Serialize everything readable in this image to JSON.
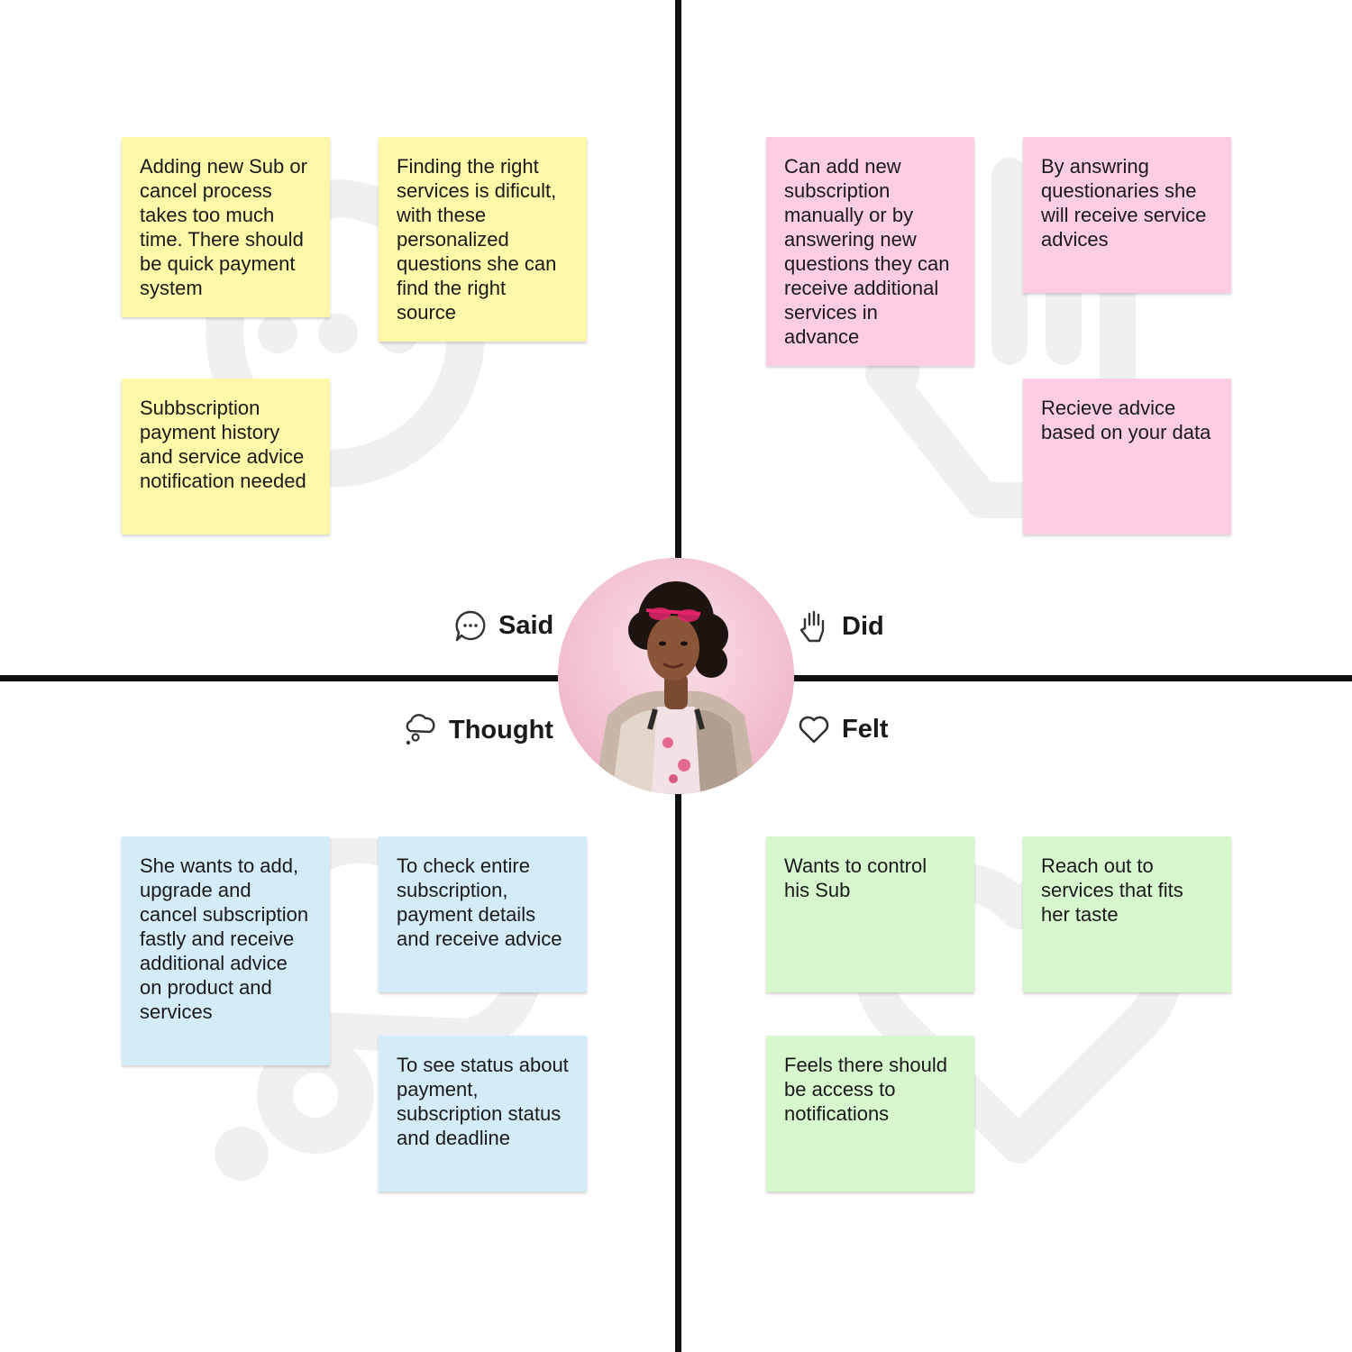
{
  "quadrants": {
    "said": {
      "label": "Said",
      "icon": "speech-bubble-icon",
      "notes": [
        "Adding new Sub or cancel process takes too much time. There should be quick payment system",
        "Finding the right services is dificult, with these personalized questions she can find the right source",
        "Subbscription payment history and service advice notification needed"
      ]
    },
    "did": {
      "label": "Did",
      "icon": "hand-icon",
      "notes": [
        "Can add new subscription manually or by answering new questions they can receive additional services in advance",
        "By answring questionaries she will receive service advices",
        "Recieve advice based on your data"
      ]
    },
    "thought": {
      "label": "Thought",
      "icon": "thought-cloud-icon",
      "notes": [
        "She wants to add, upgrade and cancel subscription fastly and receive additional advice on product and services",
        "To check entire subscription, payment details and receive advice",
        "To see status about payment, subscription status and deadline"
      ]
    },
    "felt": {
      "label": "Felt",
      "icon": "heart-icon",
      "notes": [
        "Wants to control his Sub",
        "Reach out to services that fits her taste",
        "Feels there should be access to notifications"
      ]
    }
  },
  "colors": {
    "said_note": "#fdf9a8",
    "did_note": "#fdcde3",
    "thought_note": "#d3ecf8",
    "felt_note": "#d7f7ce",
    "axis": "#111111"
  }
}
